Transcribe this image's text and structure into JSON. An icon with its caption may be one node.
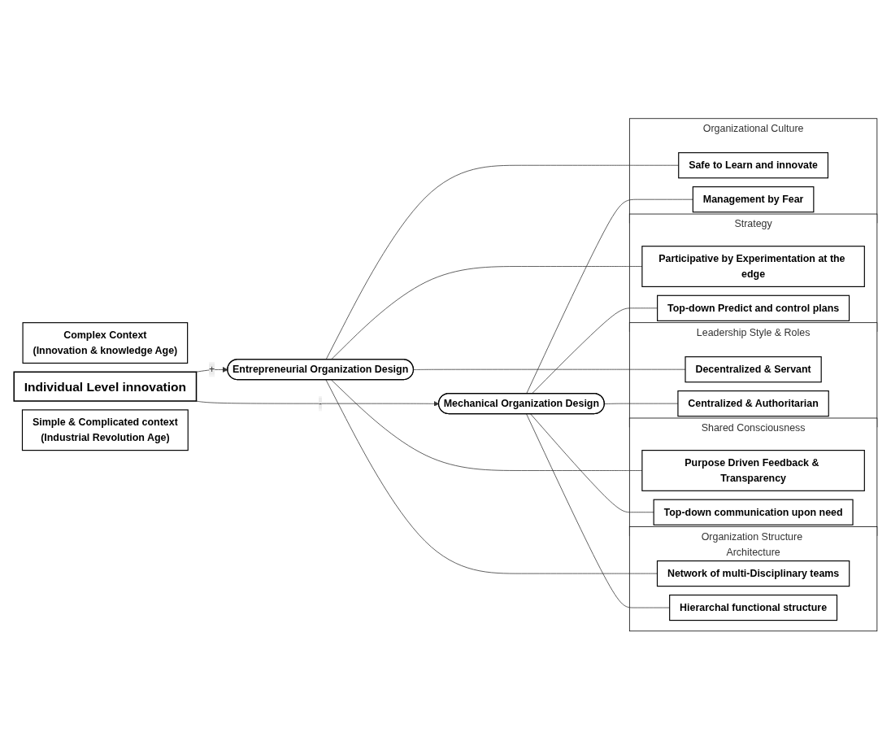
{
  "diagram": {
    "nodes": [
      {
        "text": [
          "Complex Context",
          "(Innovation & knowledge Age)"
        ]
      },
      {
        "text": [
          "Individual Level innovation"
        ]
      },
      {
        "text": [
          "Simple & Complicated context",
          "(Industrial Revolution Age)"
        ]
      },
      {
        "text": [
          "Entrepreneurial Organization Design"
        ]
      },
      {
        "text": [
          "Mechanical Organization Design"
        ]
      },
      {
        "text": [
          "Organization Structure Architecture"
        ]
      },
      {
        "text": [
          "Network of multi-Disciplinary teams"
        ],
        "in": 5
      },
      {
        "text": [
          "Hierarchal functional structure"
        ],
        "in": 5
      },
      {
        "text": [
          "Shared Consciousness"
        ]
      },
      {
        "text": [
          "Purpose Driven Feedback & Transparency"
        ],
        "in": 8
      },
      {
        "text": [
          "Top-down communication upon need"
        ],
        "in": 8
      },
      {
        "text": [
          "Leadership Style & Roles"
        ]
      },
      {
        "text": [
          "Decentralized & Servant"
        ],
        "in": 11
      },
      {
        "text": [
          "Centralized & Authoritarian"
        ],
        "in": 11
      },
      {
        "text": [
          "Strategy"
        ]
      },
      {
        "text": [
          "Participative by Experimentation at the edge"
        ],
        "in": 14
      },
      {
        "text": [
          "Top-down Predict and control plans"
        ],
        "in": 14
      },
      {
        "text": [
          "Organizational Culture"
        ]
      },
      {
        "text": [
          "Safe to Learn and innovate"
        ],
        "in": 17
      },
      {
        "text": [
          "Management by Fear"
        ],
        "in": 17
      }
    ],
    "edges": [
      {
        "from": 1,
        "to": 3,
        "arrow": "to",
        "label": "+"
      },
      {
        "from": 1,
        "to": 4,
        "arrow": "to",
        "label": "-"
      },
      {
        "from": 3,
        "to": 6,
        "arrow": "none"
      },
      {
        "from": 3,
        "to": 9,
        "arrow": "none"
      },
      {
        "from": 3,
        "to": 12,
        "arrow": "none"
      },
      {
        "from": 3,
        "to": 15,
        "arrow": "none"
      },
      {
        "from": 3,
        "to": 18,
        "arrow": "none"
      },
      {
        "from": 4,
        "to": 7,
        "arrow": "none"
      },
      {
        "from": 4,
        "to": 10,
        "arrow": "none"
      },
      {
        "from": 4,
        "to": 13,
        "arrow": "none"
      },
      {
        "from": 4,
        "to": 16,
        "arrow": "none"
      },
      {
        "from": 4,
        "to": 19,
        "arrow": "none"
      }
    ]
  }
}
